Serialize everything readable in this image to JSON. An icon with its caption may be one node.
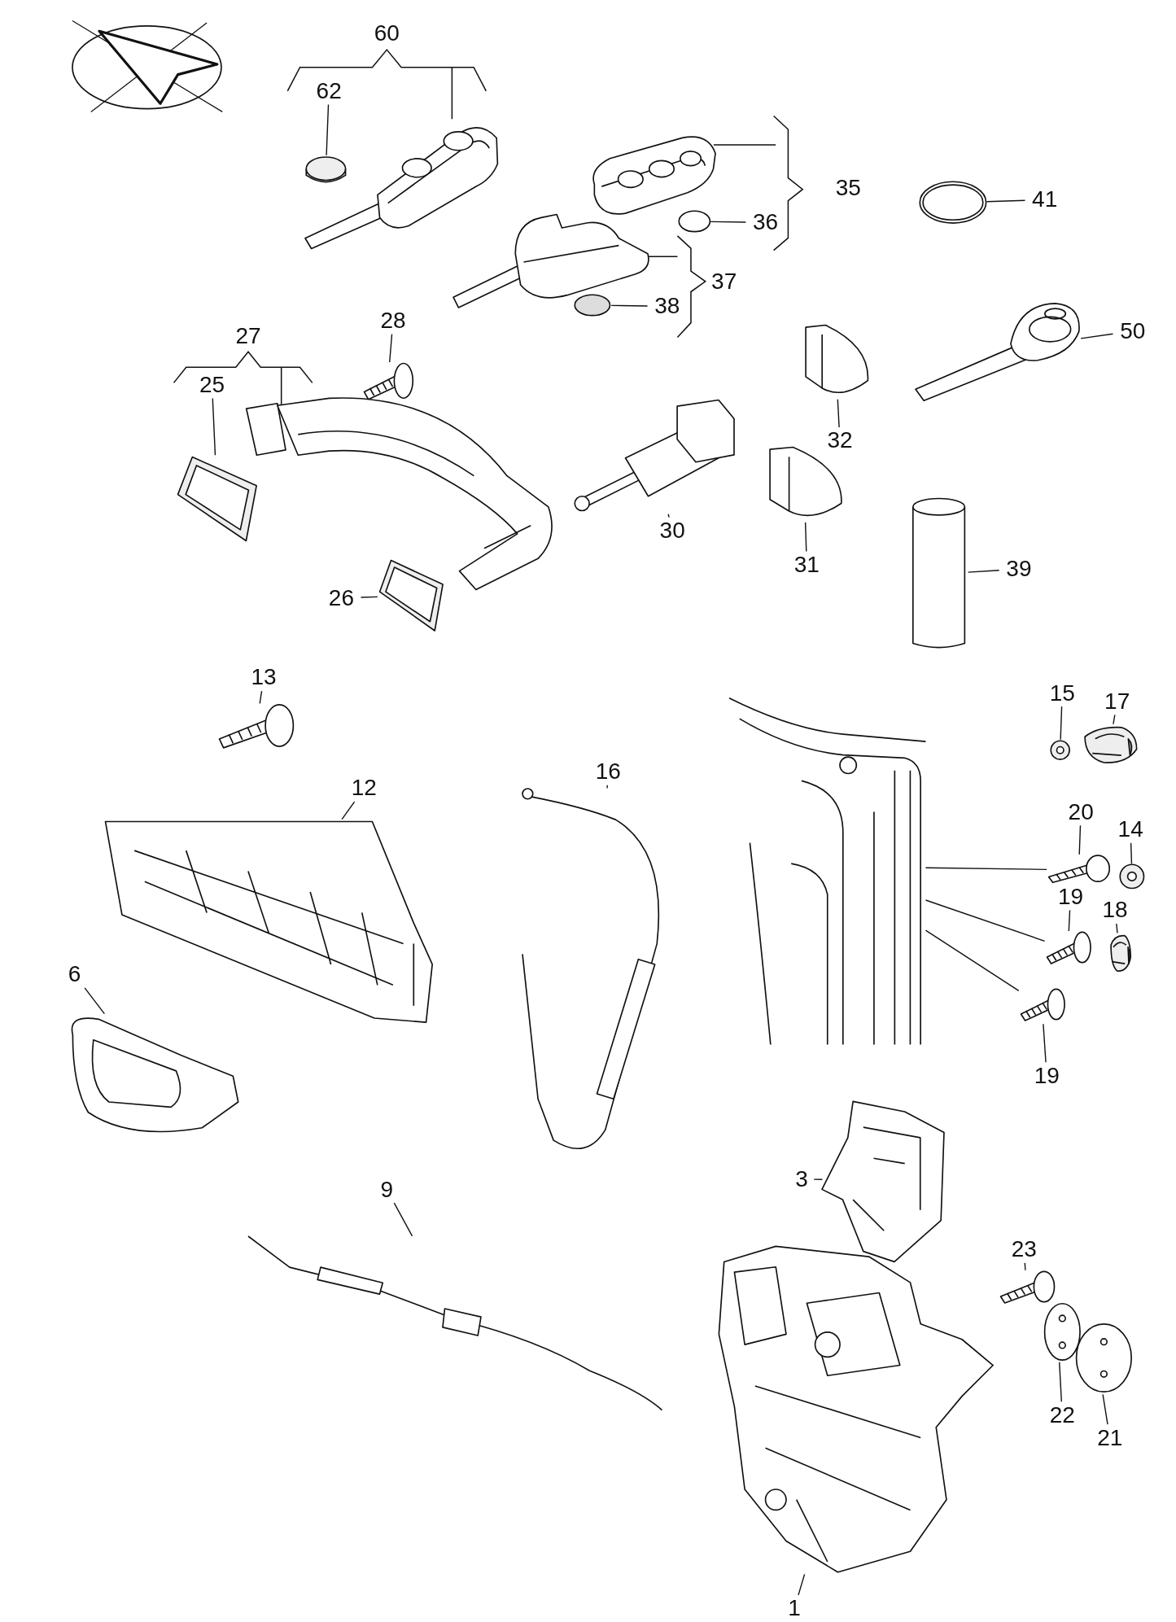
{
  "diagram": {
    "nodes": [
      {
        "text": [
          "60"
        ]
      },
      {
        "text": [
          "62"
        ]
      },
      {
        "text": [],
        "shape": "picture"
      },
      {
        "text": [],
        "shape": "picture"
      },
      {
        "text": [
          "35"
        ]
      },
      {
        "text": [],
        "shape": "picture"
      },
      {
        "text": [
          "36"
        ]
      },
      {
        "text": [],
        "shape": "circle"
      },
      {
        "text": [
          "41"
        ]
      },
      {
        "text": [],
        "shape": "picture"
      },
      {
        "text": [
          "37"
        ]
      },
      {
        "text": [],
        "shape": "picture"
      },
      {
        "text": [
          "38"
        ]
      },
      {
        "text": [],
        "shape": "circle"
      },
      {
        "text": [
          "27"
        ]
      },
      {
        "text": [
          "28"
        ]
      },
      {
        "text": [],
        "shape": "picture"
      },
      {
        "text": [
          "25"
        ]
      },
      {
        "text": [],
        "shape": "picture"
      },
      {
        "text": [],
        "shape": "picture"
      },
      {
        "text": [
          "50"
        ]
      },
      {
        "text": [],
        "shape": "picture"
      },
      {
        "text": [
          "32"
        ]
      },
      {
        "text": [],
        "shape": "picture"
      },
      {
        "text": [
          "30"
        ]
      },
      {
        "text": [],
        "shape": "picture"
      },
      {
        "text": [
          "31"
        ]
      },
      {
        "text": [],
        "shape": "picture"
      },
      {
        "text": [
          "26"
        ]
      },
      {
        "text": [],
        "shape": "picture"
      },
      {
        "text": [
          "39"
        ]
      },
      {
        "text": [],
        "shape": "cylinder"
      },
      {
        "text": [
          "13"
        ]
      },
      {
        "text": [],
        "shape": "picture"
      },
      {
        "text": [
          "15"
        ]
      },
      {
        "text": [
          "17"
        ]
      },
      {
        "text": [],
        "shape": "picture"
      },
      {
        "text": [],
        "shape": "picture"
      },
      {
        "text": [
          "12"
        ]
      },
      {
        "text": [],
        "shape": "picture"
      },
      {
        "text": [
          "16"
        ]
      },
      {
        "text": [],
        "shape": "picture"
      },
      {
        "text": [],
        "shape": "picture"
      },
      {
        "text": [
          "20"
        ]
      },
      {
        "text": [
          "14"
        ]
      },
      {
        "text": [],
        "shape": "picture"
      },
      {
        "text": [],
        "shape": "picture"
      },
      {
        "text": [
          "19"
        ]
      },
      {
        "text": [
          "18"
        ]
      },
      {
        "text": [],
        "shape": "picture"
      },
      {
        "text": [],
        "shape": "picture"
      },
      {
        "text": [],
        "shape": "picture"
      },
      {
        "text": [
          "19"
        ]
      },
      {
        "text": [
          "6"
        ]
      },
      {
        "text": [],
        "shape": "picture"
      },
      {
        "text": [
          "9"
        ]
      },
      {
        "text": [],
        "shape": "picture"
      },
      {
        "text": [
          "3"
        ]
      },
      {
        "text": [],
        "shape": "picture"
      },
      {
        "text": [
          "23"
        ]
      },
      {
        "text": [],
        "shape": "picture"
      },
      {
        "text": [],
        "shape": "picture"
      },
      {
        "text": [],
        "shape": "picture"
      },
      {
        "text": [
          "22"
        ]
      },
      {
        "text": [
          "21"
        ]
      },
      {
        "text": [],
        "shape": "picture"
      },
      {
        "text": [
          "1"
        ]
      }
    ],
    "edges": [
      {
        "from": 1,
        "to": 2,
        "arrow": "none"
      },
      {
        "from": 6,
        "to": 7,
        "arrow": "none"
      },
      {
        "from": 8,
        "to": 9,
        "arrow": "none"
      },
      {
        "from": 12,
        "to": 13,
        "arrow": "none"
      },
      {
        "from": 15,
        "to": 16,
        "arrow": "none"
      },
      {
        "from": 17,
        "to": 18,
        "arrow": "none"
      },
      {
        "from": 20,
        "to": 21,
        "arrow": "none"
      },
      {
        "from": 22,
        "to": 23,
        "arrow": "none"
      },
      {
        "from": 24,
        "to": 25,
        "arrow": "none"
      },
      {
        "from": 26,
        "to": 27,
        "arrow": "none"
      },
      {
        "from": 28,
        "to": 29,
        "arrow": "none"
      },
      {
        "from": 30,
        "to": 31,
        "arrow": "none"
      },
      {
        "from": 32,
        "to": 33,
        "arrow": "none"
      },
      {
        "from": 34,
        "to": 36,
        "arrow": "none"
      },
      {
        "from": 35,
        "to": 37,
        "arrow": "none"
      },
      {
        "from": 38,
        "to": 39,
        "arrow": "none"
      },
      {
        "from": 40,
        "to": 41,
        "arrow": "none"
      },
      {
        "from": 43,
        "to": 45,
        "arrow": "none"
      },
      {
        "from": 44,
        "to": 46,
        "arrow": "none"
      },
      {
        "from": 47,
        "to": 49,
        "arrow": "none"
      },
      {
        "from": 48,
        "to": 50,
        "arrow": "none"
      },
      {
        "from": 52,
        "to": 51,
        "arrow": "none"
      },
      {
        "from": 53,
        "to": 54,
        "arrow": "none"
      },
      {
        "from": 55,
        "to": 56,
        "arrow": "none"
      },
      {
        "from": 57,
        "to": 58,
        "arrow": "none"
      },
      {
        "from": 59,
        "to": 60,
        "arrow": "none"
      },
      {
        "from": 63,
        "to": 61,
        "arrow": "none"
      },
      {
        "from": 64,
        "to": 62,
        "arrow": "none"
      },
      {
        "from": 66,
        "to": 65,
        "arrow": "none"
      },
      {
        "from": 42,
        "to": 45,
        "arrow": "none"
      },
      {
        "from": 42,
        "to": 49,
        "arrow": "none"
      },
      {
        "from": 42,
        "to": 51,
        "arrow": "none"
      }
    ]
  }
}
